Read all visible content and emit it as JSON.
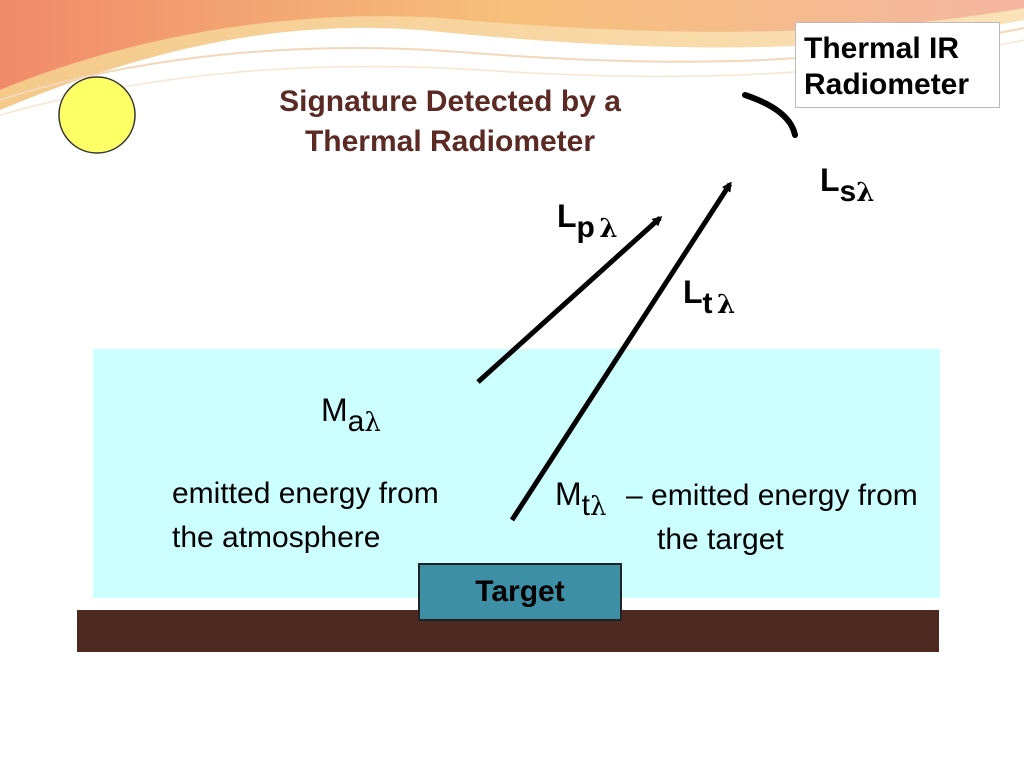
{
  "title": {
    "line1": "Signature Detected by a",
    "line2": "Thermal Radiometer"
  },
  "radiometer_label": {
    "line1": "Thermal IR",
    "line2": "Radiometer"
  },
  "symbols": {
    "ls": {
      "main": "L",
      "sub": "s",
      "lambda": "λ"
    },
    "lp": {
      "main": "L",
      "sub": "p",
      "lambda": "λ"
    },
    "lt": {
      "main": "L",
      "sub": "t",
      "lambda": "λ"
    },
    "ma": {
      "main": "M",
      "sub": "a",
      "lambda": "λ"
    },
    "mt": {
      "main": "M",
      "sub": "t",
      "lambda": "λ"
    }
  },
  "atmosphere_desc": {
    "line1": "emitted energy from",
    "line2": "the atmosphere"
  },
  "target_desc": {
    "line1": "– emitted energy from",
    "line2": "the target"
  },
  "target_label": "Target",
  "colors": {
    "title": "#5b2a24",
    "atmosphere": "#ccffff",
    "ground": "#4d2920",
    "target_box": "#3d8fa6",
    "sun": "#ffff66"
  }
}
